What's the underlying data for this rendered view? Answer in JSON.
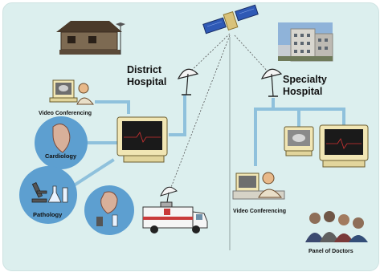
{
  "labels": {
    "district_hospital_line1": "District",
    "district_hospital_line2": "Hospital",
    "specialty_hospital_line1": "Specialty",
    "specialty_hospital_line2": "Hospital",
    "video_conferencing_left": "Video Conferencing",
    "cardiology": "Cardiology",
    "pathology": "Pathology",
    "video_conferencing_right": "Video Conferencing",
    "panel_of_doctors": "Panel of Doctors"
  },
  "colors": {
    "background": "#dcefee",
    "link_line": "#8fc1dc",
    "circle_fill": "#5d9fd0",
    "monitor_body": "#f1e6b4",
    "screen": "#1a1a1a",
    "screen_trace": "#d13232",
    "satellite_panel": "#2f59b5"
  }
}
